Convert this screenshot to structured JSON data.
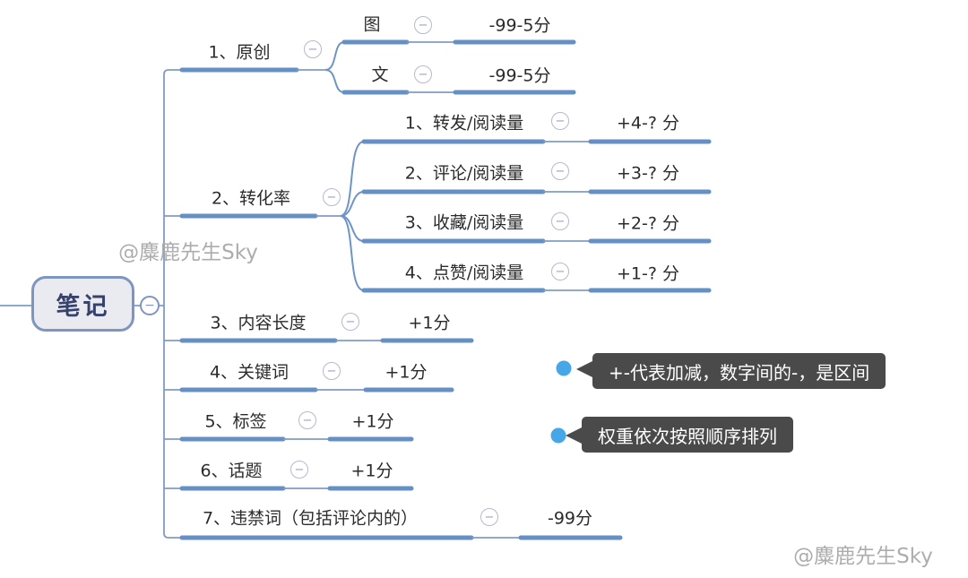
{
  "root": {
    "label": "笔记"
  },
  "branches": [
    {
      "label": "1、原创",
      "children": [
        {
          "label": "图",
          "value": "-99-5分"
        },
        {
          "label": "文",
          "value": "-99-5分"
        }
      ]
    },
    {
      "label": "2、转化率",
      "children": [
        {
          "label": "1、转发/阅读量",
          "value": "+4-? 分"
        },
        {
          "label": "2、评论/阅读量",
          "value": "+3-? 分"
        },
        {
          "label": "3、收藏/阅读量",
          "value": "+2-? 分"
        },
        {
          "label": "4、点赞/阅读量",
          "value": "+1-? 分"
        }
      ]
    },
    {
      "label": "3、内容长度",
      "value": "+1分"
    },
    {
      "label": "4、关键词",
      "value": "+1分"
    },
    {
      "label": "5、标签",
      "value": "+1分"
    },
    {
      "label": "6、话题",
      "value": "+1分"
    },
    {
      "label": "7、违禁词（包括评论内的）",
      "value": "-99分"
    }
  ],
  "callouts": [
    {
      "text": "+-代表加减，数字间的-，是区间"
    },
    {
      "text": "权重依次按照顺序排列"
    }
  ],
  "watermarks": {
    "center": "@麋鹿先生Sky",
    "bottom_right": "@麋鹿先生Sky"
  },
  "icons": {
    "collapse": "−"
  },
  "colors": {
    "branch_line": "#6590c5",
    "connector_line": "#7f9cc5",
    "root_border": "#7e95c0",
    "root_fill": "#e9ebf1",
    "root_text": "#36426b",
    "collapse_icon_border": "#b7b9cd",
    "callout_bg": "#4a4a4a",
    "callout_text": "#ffffff",
    "callout_dot": "#45a7e8",
    "watermark": "#adadad",
    "node_text": "#2b2b2b"
  }
}
